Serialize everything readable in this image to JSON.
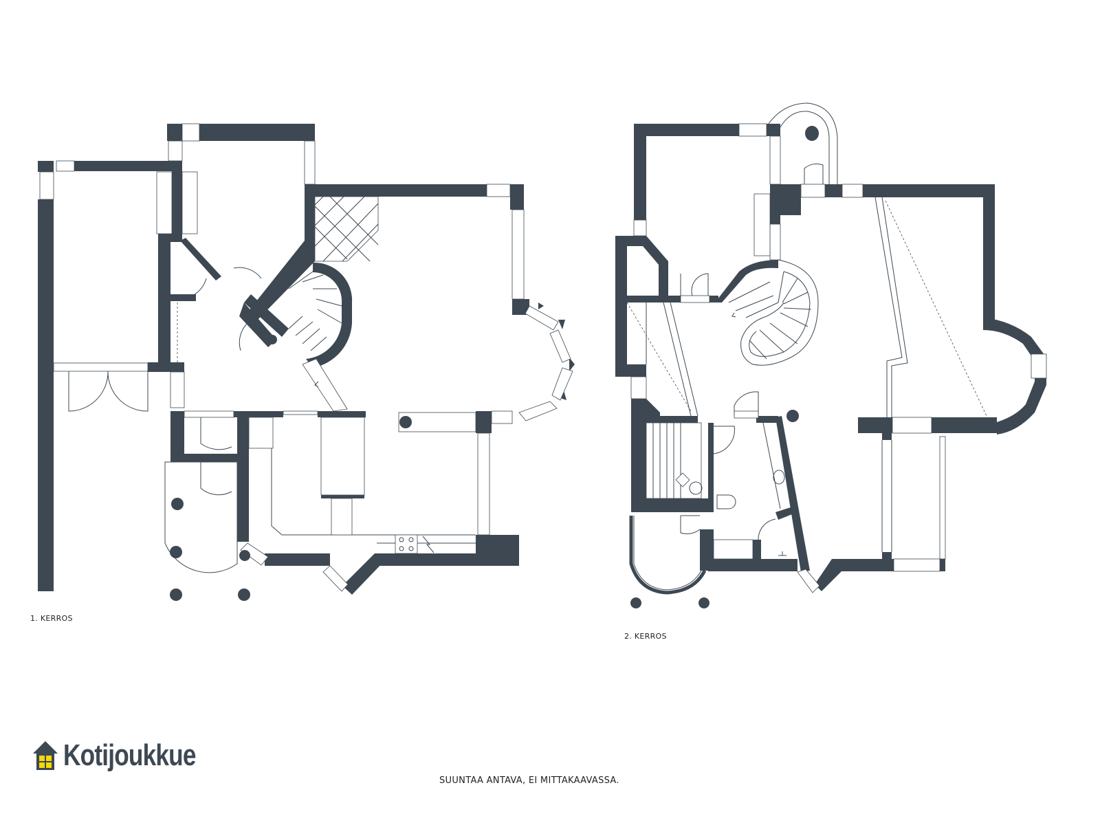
{
  "floors": [
    {
      "label": "1. KERROS"
    },
    {
      "label": "2. KERROS"
    }
  ],
  "note": "SUUNTAA ANTAVA, EI MITTAKAAVASSA.",
  "brand": {
    "name": "Kotijoukkue",
    "icon": "house-icon",
    "wall_color": "#3d4852",
    "window_color": "#f5d90a"
  },
  "colors": {
    "wall": "#3d4852",
    "background": "#ffffff"
  }
}
